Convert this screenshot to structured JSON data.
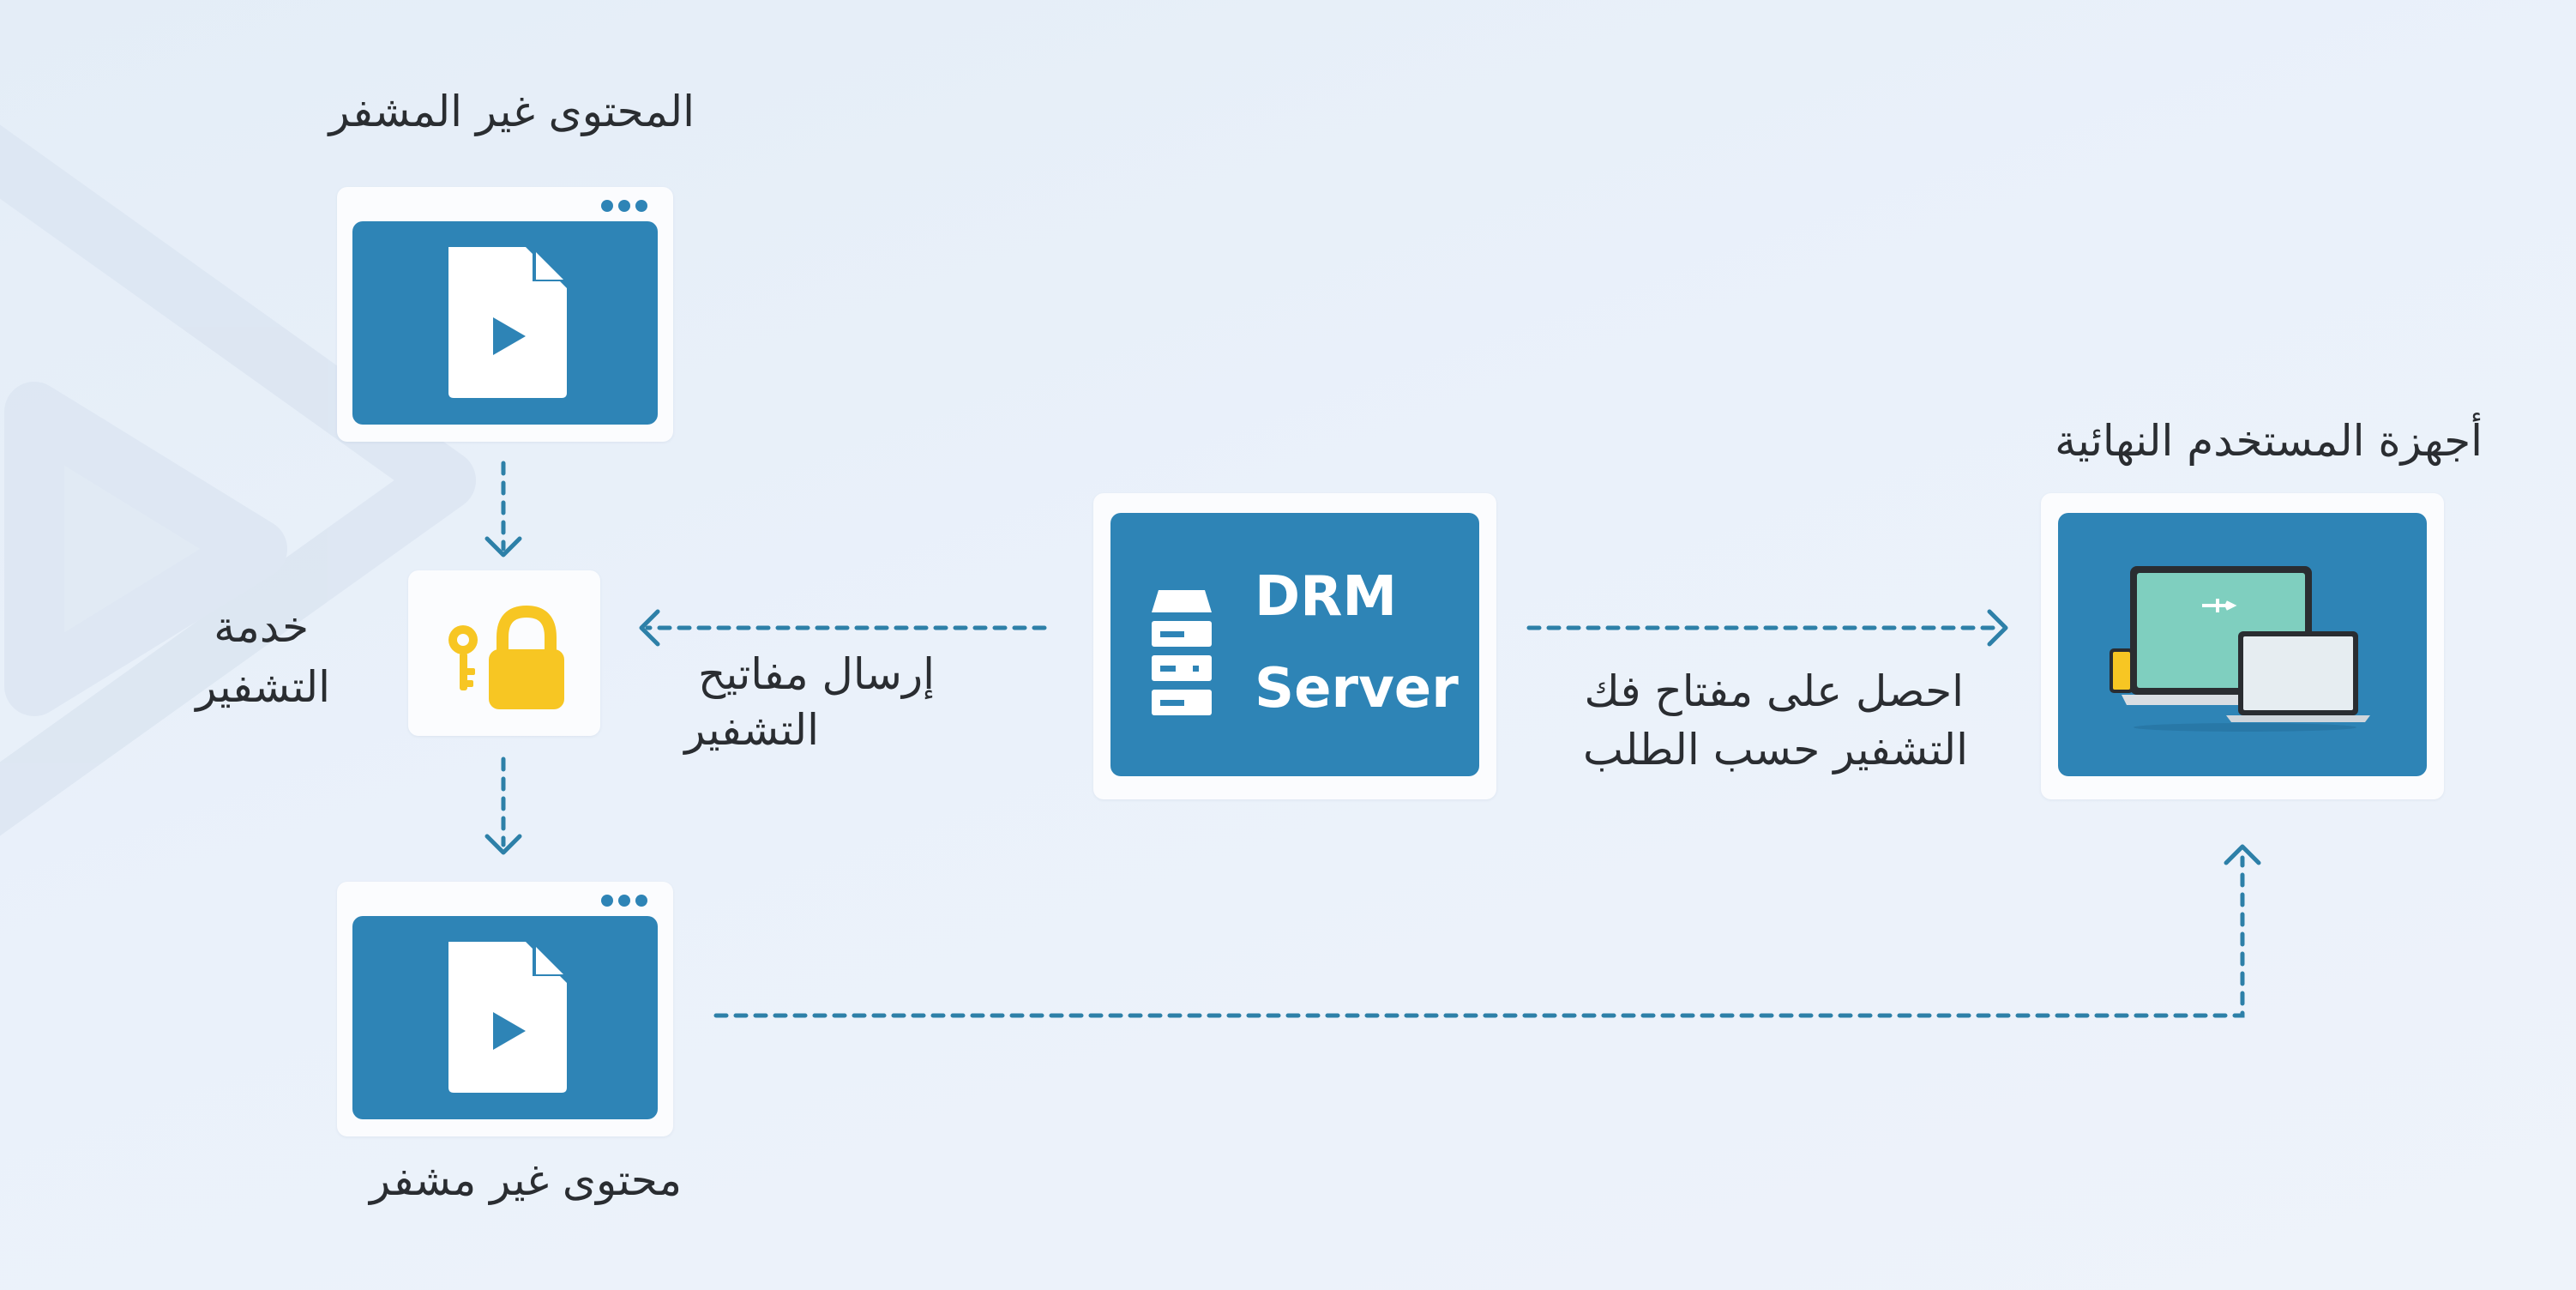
{
  "colors": {
    "accent_blue": "#2e84b6",
    "arrow_blue": "#2d80a8",
    "lock_yellow": "#f7c623",
    "screen_green": "#7fcfbf",
    "label_text": "#2a2d31"
  },
  "nodes": {
    "unencrypted_source": {
      "label": "المحتوى غير المشفر",
      "icon": "video-file-icon"
    },
    "encryption_service": {
      "label_line1": "خدمة",
      "label_line2": "التشفير",
      "icon": "key-lock-icon"
    },
    "unencrypted_output": {
      "label": "محتوى غير مشفر",
      "icon": "video-file-icon"
    },
    "drm_server": {
      "line1": "DRM",
      "line2": "Server",
      "icon": "server-rack-icon"
    },
    "end_devices": {
      "label": "أجهزة المستخدم النهائية",
      "icon": "laptop-tablet-phone-icon"
    }
  },
  "edges": {
    "send_keys": {
      "line1": "إرسال مفاتيح",
      "line2": "التشفير"
    },
    "get_key": {
      "line1": "احصل على مفتاح فك",
      "line2": "التشفير حسب الطلب"
    }
  }
}
